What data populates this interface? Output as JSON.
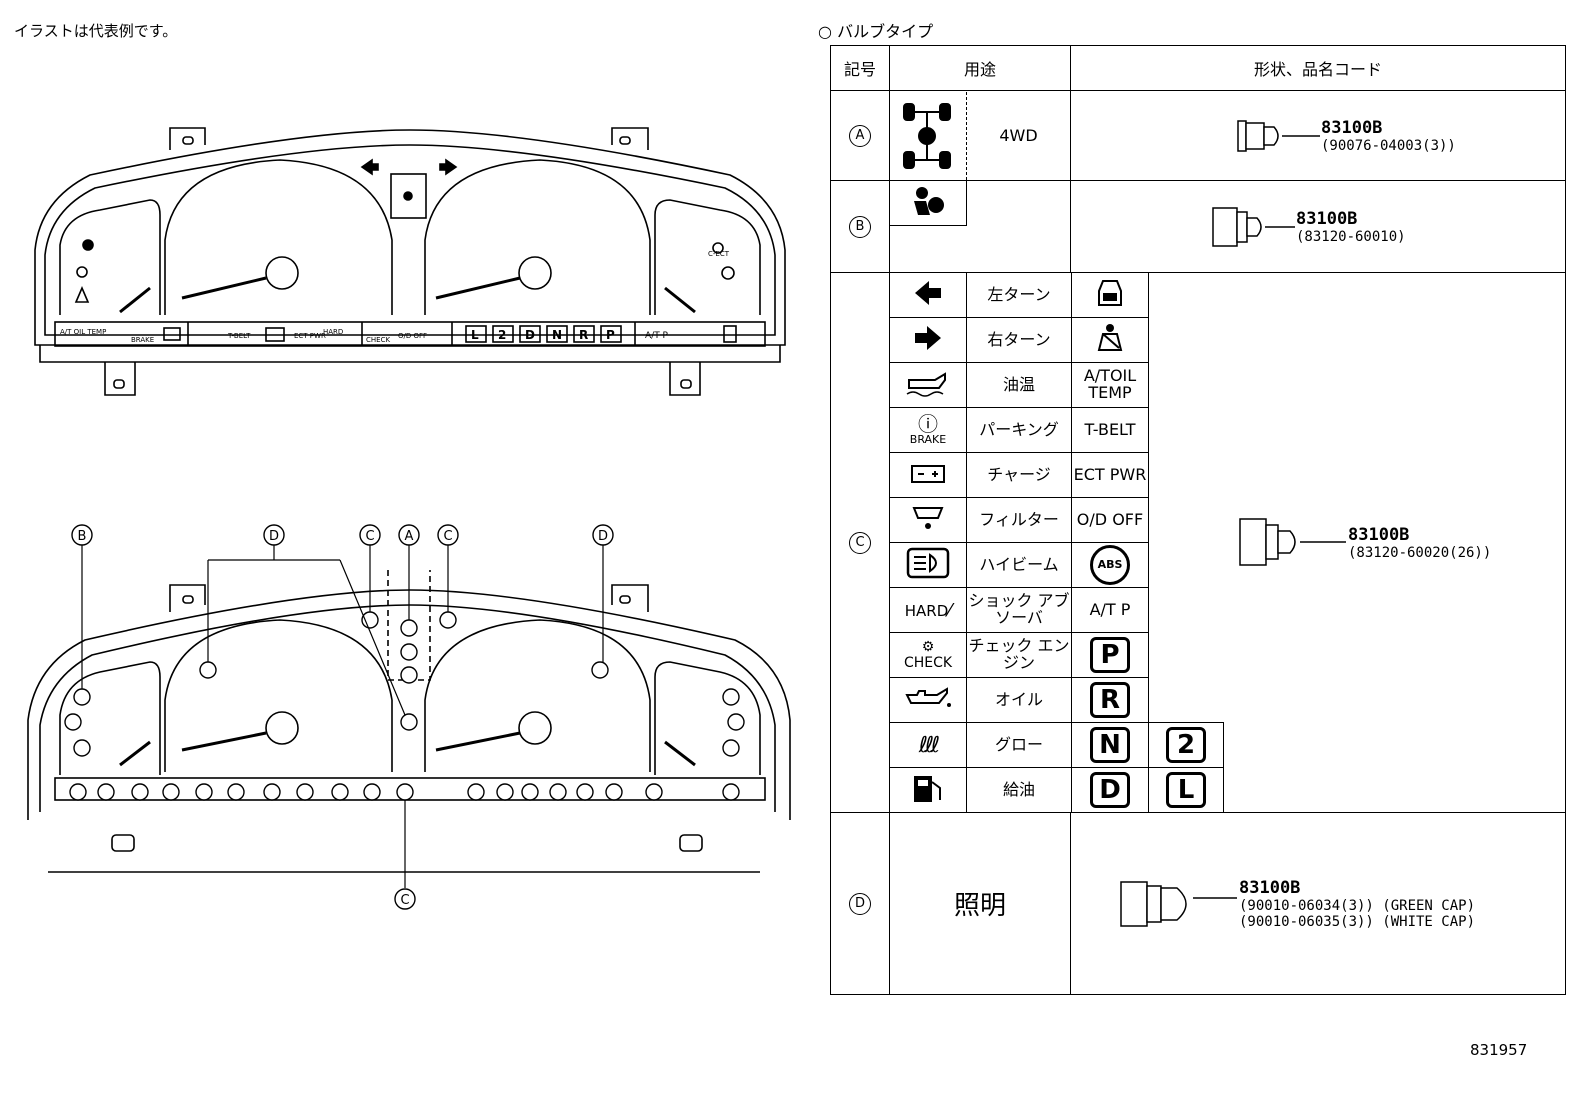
{
  "note": "イラストは代表例です。",
  "diagram_title": "バルブタイプ",
  "table": {
    "headers": {
      "mark": "記号",
      "usage": "用途",
      "shape": "形状、品名コード"
    },
    "row_a": {
      "mark": "A",
      "usage": "4WD",
      "part_no": "83100B",
      "codes": [
        "(90076-04003(3))"
      ]
    },
    "row_b": {
      "mark": "B",
      "part_no": "83100B",
      "codes": [
        "(83120-60010)"
      ]
    },
    "row_c": {
      "mark": "C",
      "part_no": "83100B",
      "codes": [
        "(83120-60020(26))"
      ],
      "items": [
        {
          "label": "左ターン"
        },
        {
          "label": "右ターン"
        },
        {
          "label": "油温",
          "indicator": "A/TOIL TEMP"
        },
        {
          "icon_text": "BRAKE",
          "label": "パーキング",
          "indicator": "T-BELT"
        },
        {
          "label": "チャージ",
          "indicator": "ECT PWR"
        },
        {
          "label": "フィルター",
          "indicator": "O/D OFF"
        },
        {
          "label": "ハイビーム",
          "indicator": "ABS"
        },
        {
          "icon_text": "HARD",
          "label": "ショック アブソーバ",
          "indicator": "A/T P"
        },
        {
          "icon_text": "CHECK",
          "label": "チェック エンジン",
          "indicator": "P"
        },
        {
          "label": "オイル",
          "indicator": "R"
        },
        {
          "label": "グロー",
          "indicator": "N",
          "indicator2": "2"
        },
        {
          "label": "給油",
          "indicator": "D",
          "indicator2": "L"
        }
      ]
    },
    "row_d": {
      "mark": "D",
      "usage": "照明",
      "part_no": "83100B",
      "codes": [
        "(90010-06034(3))  (GREEN CAP)",
        "(90010-06035(3))  (WHITE CAP)"
      ]
    }
  },
  "cluster_top": {
    "panel_labels": [
      "A/T OIL TEMP",
      "BRAKE",
      "T-BELT",
      "ECT PWR",
      "HARD",
      "CHECK",
      "O/D OFF",
      "A/T P"
    ],
    "gear_letters": [
      "L",
      "2",
      "D",
      "N",
      "R",
      "P"
    ],
    "check_label": "C-ECT"
  },
  "callouts": [
    "B",
    "D",
    "C",
    "A",
    "C",
    "D",
    "C"
  ],
  "footer_number": "831957"
}
